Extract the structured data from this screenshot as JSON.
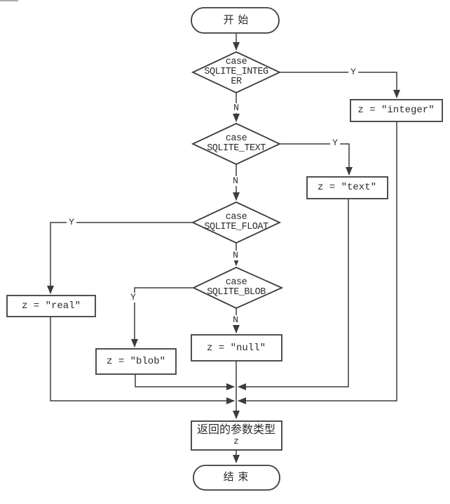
{
  "flowchart": {
    "terminals": {
      "start": "开 始",
      "end": "结 束"
    },
    "branch_labels": {
      "yes": "Y",
      "no": "N"
    },
    "decisions": [
      {
        "line1": "case",
        "line2": "SQLITE_INTEG",
        "line3": "ER"
      },
      {
        "line1": "case",
        "line2": "SQLITE_TEXT"
      },
      {
        "line1": "case",
        "line2": "SQLITE_FLOAT"
      },
      {
        "line1": "case",
        "line2": "SQLITE_BLOB"
      }
    ],
    "assignments": {
      "integer": "z = ″integer″",
      "text": "z = ″text″",
      "real": "z = ″real″",
      "blob": "z = ″blob″",
      "null": "z = ″null″"
    },
    "result": {
      "line1": "返回的参数类型",
      "line2": "z"
    },
    "colors": {
      "line": "#3c3c3c",
      "text": "#2b2b2b",
      "background": "#ffffff"
    }
  }
}
